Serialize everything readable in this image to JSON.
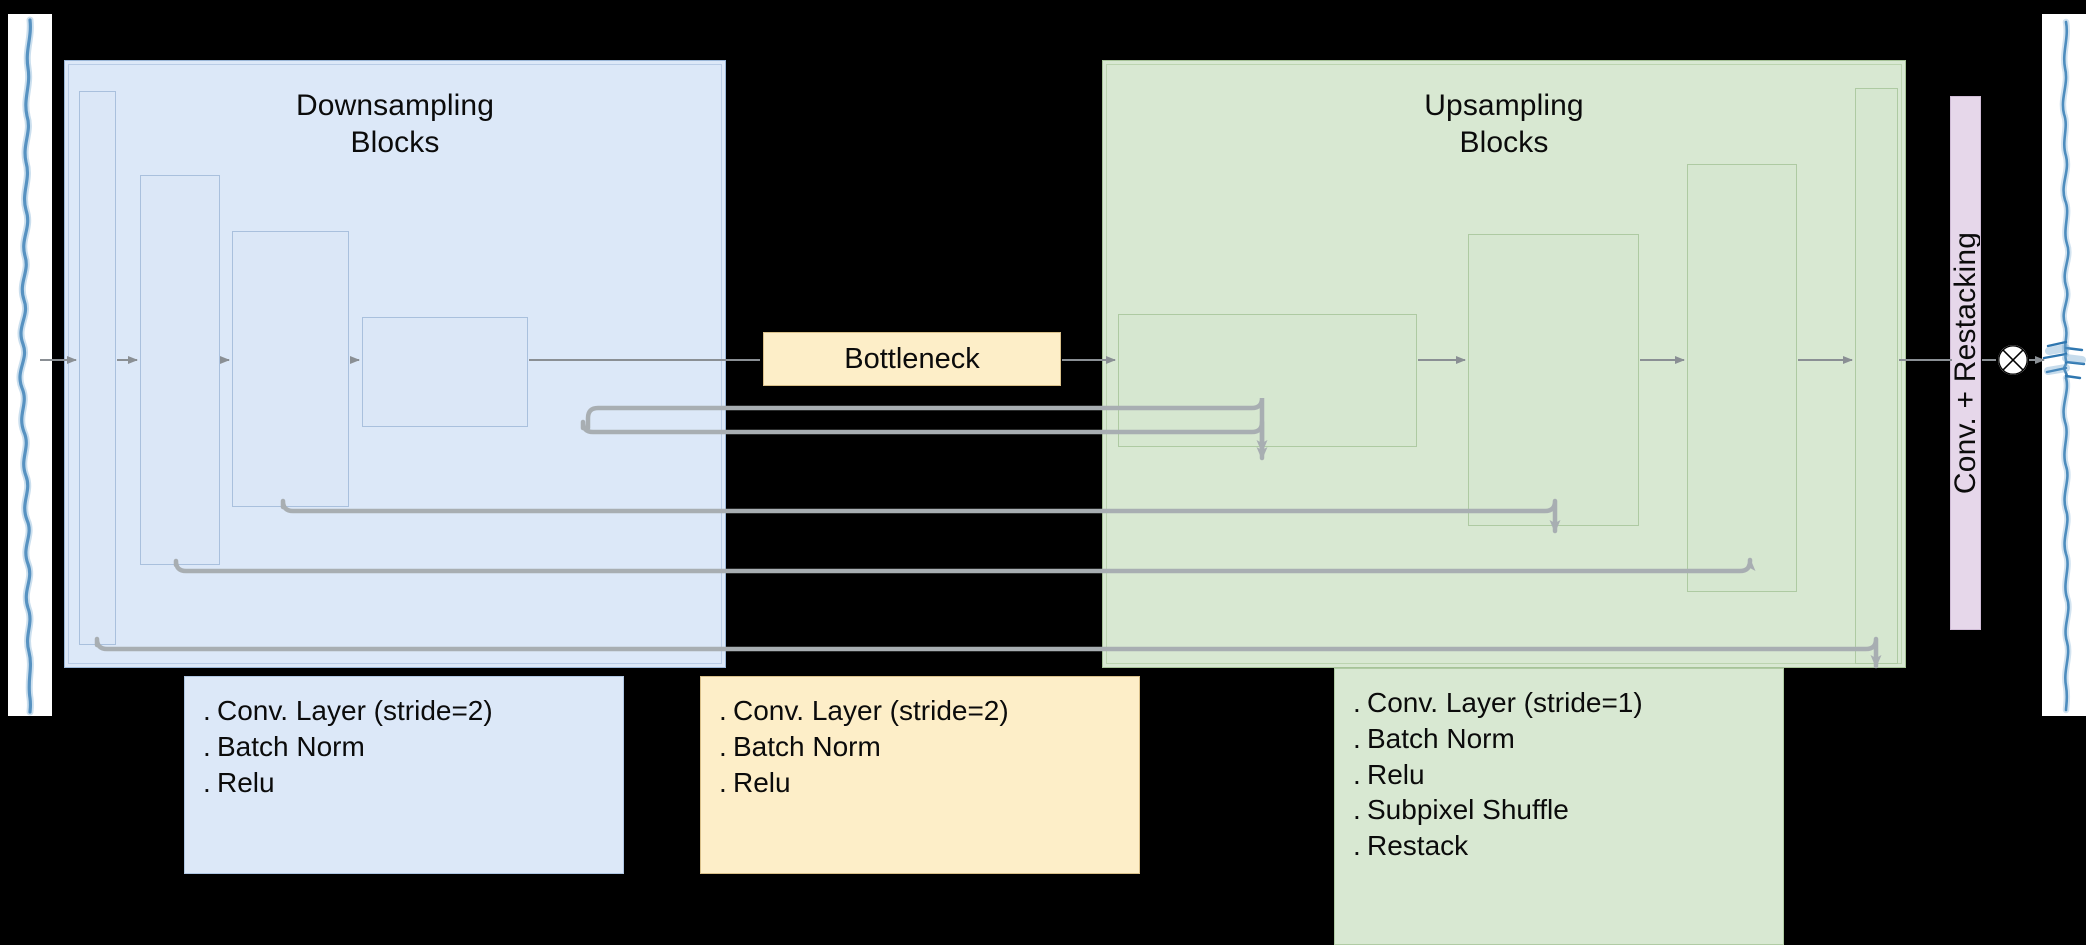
{
  "figure": {
    "background_color": "#000000",
    "downsampling": {
      "title": "Downsampling\nBlocks",
      "fill_color": "#dce8f8",
      "border_color": "#9bb7d8"
    },
    "upsampling": {
      "title": "Upsampling\nBlocks",
      "fill_color": "#d8e8d2",
      "border_color": "#a6c398"
    },
    "bottleneck": {
      "label": "Bottleneck",
      "fill_color": "#fdeec8",
      "border_color": "#d9c08a"
    },
    "conv_restack": {
      "label": "Conv. + Restacking",
      "fill_color": "#e6d7ea",
      "border_color": "#d0bcd6"
    },
    "combine": {
      "symbol_name": "multiply-circle-icon"
    },
    "input_signal": {
      "name": "input-waveform",
      "trace_color": "#3f7fb5",
      "background": "#ffffff"
    },
    "output_signal": {
      "name": "output-waveform",
      "trace_color": "#2f77b0",
      "background": "#ffffff"
    }
  },
  "legend": [
    {
      "id": "downsampling-legend",
      "style": "blue",
      "items": [
        "Conv. Layer (stride=2)",
        "Batch Norm",
        "Relu"
      ]
    },
    {
      "id": "bottleneck-legend",
      "style": "amber",
      "items": [
        "Conv. Layer (stride=2)",
        "Batch Norm",
        "Relu"
      ]
    },
    {
      "id": "upsampling-legend",
      "style": "green",
      "items": [
        "Conv. Layer (stride=1)",
        "Batch Norm",
        "Relu",
        "Subpixel Shuffle",
        "Restack"
      ]
    }
  ],
  "bullet": "."
}
